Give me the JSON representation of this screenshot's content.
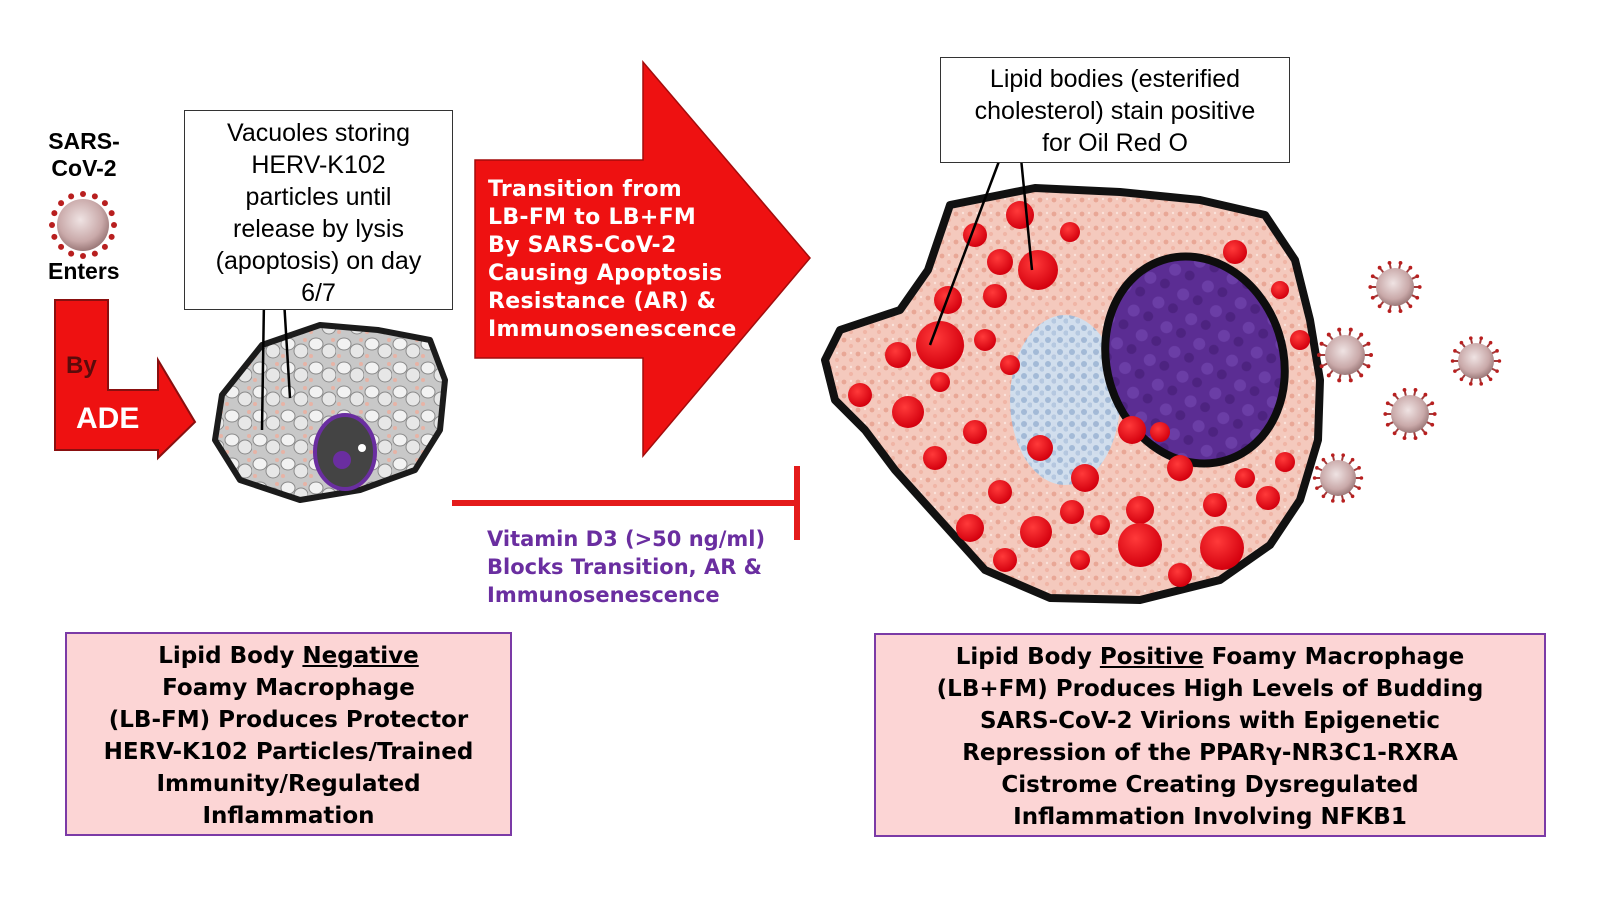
{
  "left": {
    "virus_label_line1": "SARS-",
    "virus_label_line2": "CoV-2",
    "enters_label": "Enters",
    "by_label": "By",
    "ade_label": "ADE",
    "callout_lines": [
      "Vacuoles storing",
      "HERV-K102",
      "particles until",
      "release by lysis",
      "(apoptosis) on day",
      "6/7"
    ]
  },
  "transition_arrow": {
    "lines": [
      "Transition from",
      "LB-FM to LB+FM",
      "By SARS-CoV-2",
      "Causing Apoptosis",
      "Resistance (AR) &",
      "Immunosenescence"
    ]
  },
  "vitamin_d": {
    "line1": "Vitamin D3 (>50 ng/ml)",
    "line2": "Blocks Transition, AR &",
    "line3": "Immunosenescence"
  },
  "right": {
    "callout_lines": [
      "Lipid bodies (esterified",
      "cholesterol) stain positive",
      "for Oil Red O"
    ]
  },
  "caption_left": {
    "pre": "Lipid Body ",
    "emph": "Negative",
    "lines": [
      "Foamy Macrophage",
      "(LB-FM) Produces Protector",
      "HERV-K102 Particles/Trained",
      "Immunity/Regulated",
      "Inflammation"
    ]
  },
  "caption_right": {
    "pre": "Lipid Body ",
    "emph": "Positive",
    "post": " Foamy Macrophage",
    "lines": [
      "(LB+FM) Produces High Levels of Budding",
      "SARS-CoV-2 Virions with Epigenetic",
      "Repression of the PPARγ-NR3C1-RXRA",
      "Cistrome Creating Dysregulated",
      "Inflammation Involving NFKB1"
    ]
  },
  "colors": {
    "arrow_red": "#ee1111",
    "inhibit_red": "#e41b1b",
    "purple_text": "#6a2ea0",
    "caption_fill": "#fcd5d5",
    "caption_border": "#7b3aa6",
    "nucleus": "#5b2d93",
    "lipid": "#e50f1c",
    "cytoplasm": "#f3c3b5"
  }
}
